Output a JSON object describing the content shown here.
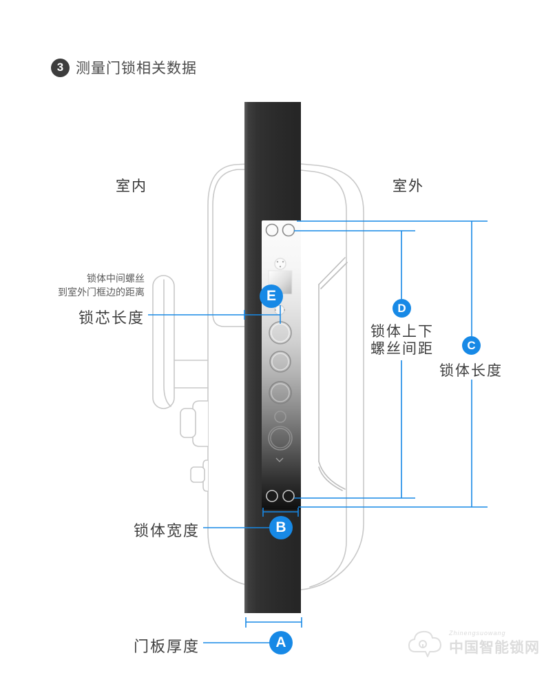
{
  "header": {
    "step_number": "3",
    "title": "测量门锁相关数据"
  },
  "side_labels": {
    "indoor": "室内",
    "outdoor": "室外"
  },
  "annotations": {
    "accent_color": "#1789e6",
    "E": {
      "letter": "E",
      "note_line1": "锁体中间螺丝",
      "note_line2": "到室外门框边的距离",
      "label": "锁芯长度"
    },
    "D": {
      "letter": "D",
      "label_line1": "锁体上下",
      "label_line2": "螺丝间距"
    },
    "C": {
      "letter": "C",
      "label": "锁体长度"
    },
    "B": {
      "letter": "B",
      "label": "锁体宽度"
    },
    "A": {
      "letter": "A",
      "label": "门板厚度"
    }
  },
  "watermark": {
    "small_text": "Zhinengsuowang",
    "text": "中国智能锁网"
  }
}
